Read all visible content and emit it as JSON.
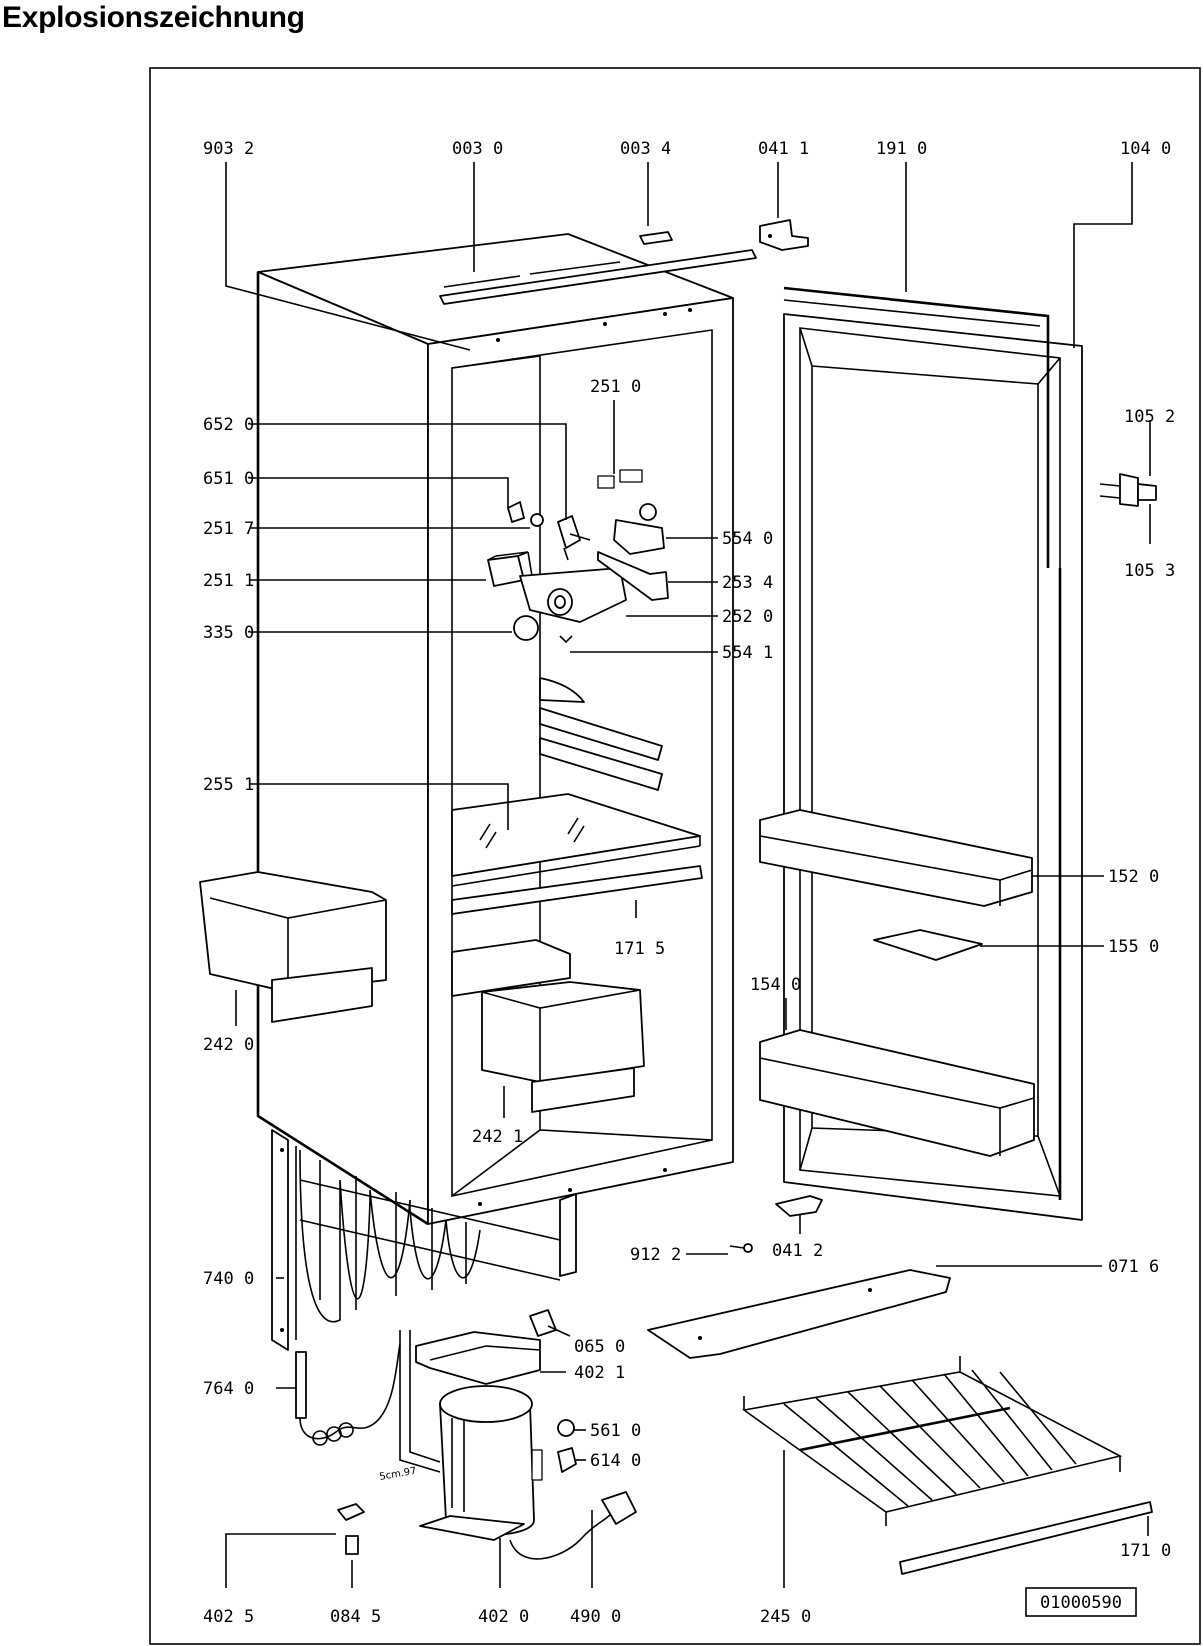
{
  "heading": "Explosionszeichnung",
  "drawing_number": "01000590",
  "annotation": "5cm.97",
  "colors": {
    "ink": "#000000",
    "paper": "#ffffff"
  },
  "parts": {
    "p9032": "903 2",
    "p0030": "003 0",
    "p0034": "003 4",
    "p0411": "041 1",
    "p1910": "191 0",
    "p1040": "104 0",
    "p2510": "251 0",
    "p6520": "652 0",
    "p1052": "105 2",
    "p6510": "651 0",
    "p2517": "251 7",
    "p5540": "554 0",
    "p1053": "105 3",
    "p2511": "251 1",
    "p2534": "253 4",
    "p2520": "252 0",
    "p3350": "335 0",
    "p5541": "554 1",
    "p2551": "255 1",
    "p1520": "152 0",
    "p1715": "171 5",
    "p1550": "155 0",
    "p1540": "154 0",
    "p2420": "242 0",
    "p2421": "242 1",
    "p9122": "912 2",
    "p0412": "041 2",
    "p7400": "740 0",
    "p0716": "071 6",
    "p0650": "065 0",
    "p4021": "402 1",
    "p7640": "764 0",
    "p5610": "561 0",
    "p6140": "614 0",
    "p1710": "171 0",
    "p4025": "402 5",
    "p0845": "084 5",
    "p4020": "402 0",
    "p4900": "490 0",
    "p2450": "245 0"
  }
}
